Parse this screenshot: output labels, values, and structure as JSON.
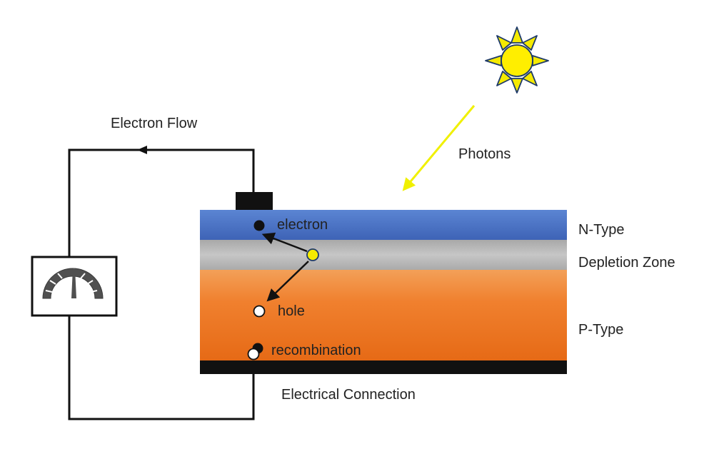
{
  "labels": {
    "electron_flow": "Electron Flow",
    "photons": "Photons",
    "n_type": "N-Type",
    "depletion_zone": "Depletion Zone",
    "p_type": "P-Type",
    "electron": "electron",
    "hole": "hole",
    "recombination": "recombination",
    "electrical_connection": "Electrical Connection"
  },
  "icons": {
    "sun": "sun-icon",
    "meter": "meter-gauge-icon"
  },
  "colors": {
    "n_type": "#4a72c4",
    "depletion_zone": "#b4b4b4",
    "p_type": "#f07f2e",
    "contact": "#111111",
    "sun_fill": "#ffee00",
    "sun_stroke": "#1e3a6a",
    "photon_arrow": "#f0f000",
    "wire": "#111111"
  }
}
